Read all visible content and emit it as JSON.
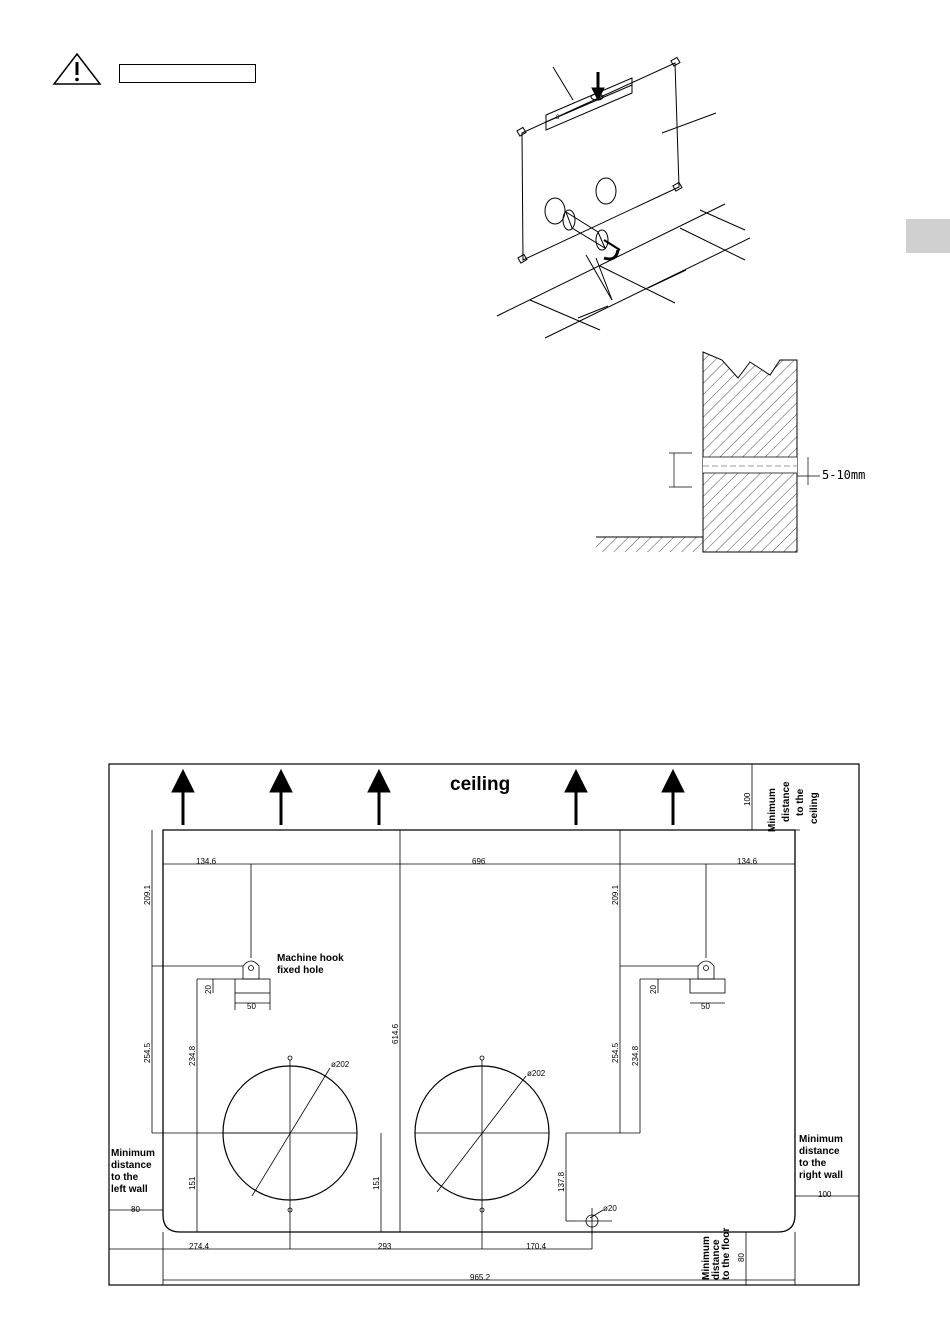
{
  "warning": {
    "box_text": ""
  },
  "wall_detail": {
    "gap_label": "5-10mm"
  },
  "template": {
    "ceiling_label": "ceiling",
    "min_ceiling": [
      "Minimum",
      "distance",
      "to the",
      "ceiling"
    ],
    "min_left": [
      "Minimum",
      "distance",
      "to the",
      "left wall"
    ],
    "min_right": [
      "Minimum",
      "distance",
      "to the",
      "right wall"
    ],
    "min_floor": [
      "Minimum",
      "distance",
      "to the floor"
    ],
    "hook_label": [
      "Machine hook",
      "fixed hole"
    ],
    "dims": {
      "d100_top": "100",
      "d134_left": "134.6",
      "d696": "696",
      "d134_right": "134.6",
      "d209_left": "209.1",
      "d209_right": "209.1",
      "d20_left": "20",
      "d20_right": "20",
      "d50_left": "50",
      "d50_right": "50",
      "d254_left": "254.5",
      "d254_right": "254.5",
      "d234_left": "234.8",
      "d234_right": "234.8",
      "d614": "614.6",
      "dia1": "ø202",
      "dia2": "ø202",
      "d151_left": "151",
      "d151_mid": "151",
      "d137": "137.8",
      "dia20": "ø20",
      "d80_left": "80",
      "d100_right": "100",
      "d274": "274.4",
      "d293": "293",
      "d170": "170.4",
      "d80_floor": "80",
      "d965": "965.2"
    }
  }
}
